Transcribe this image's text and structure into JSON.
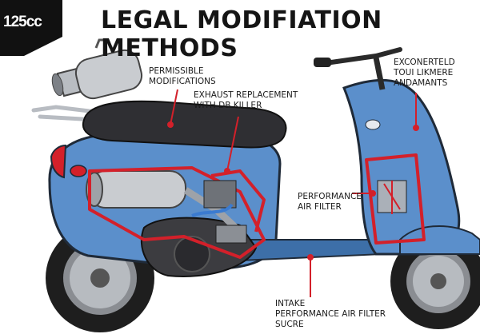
{
  "header": {
    "badge": "125cc",
    "title": "LEGAL MODIFIATION METHODS"
  },
  "callouts": {
    "permissible": "PERMISSIBLE\nMODIFICATIONS",
    "exhaust": "EXHAUST REPLACEMENT\nWITH DB KILLER",
    "controller": "EXCONERTELD\nTOUI LIKMERE\nANDAMANTS",
    "air_filter": "PERFORMANCE\nAIR FILTER",
    "intake": "INTAKE\nPERFORMANCE AIR FILTER\nSUCRE"
  },
  "colors": {
    "body": "#5b8fcb",
    "body_dark": "#3d6fa8",
    "seat": "#2f2f33",
    "highlight": "#d3202a",
    "chrome": "#c9ccd0"
  }
}
